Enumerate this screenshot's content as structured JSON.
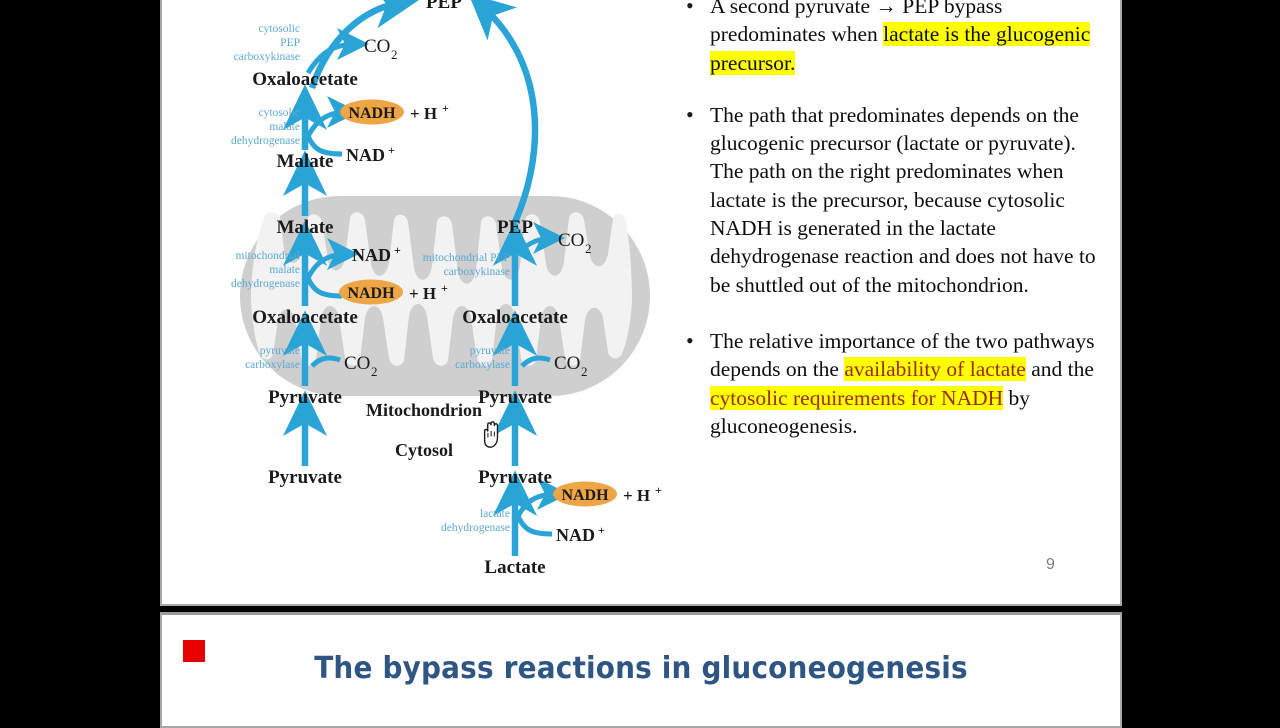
{
  "slide": {
    "title": "The bypass reactions in gluconeogenesis",
    "page_number": "9",
    "accent_color": "#2e5584",
    "marker_color": "#e60000",
    "highlight_color": "#ffff00",
    "highlight_text_color": "#9c2b0c"
  },
  "bullets": [
    {
      "marker": "•",
      "segments": [
        {
          "text": "A second pyruvate → PEP bypass predominates when ",
          "style": "plain"
        },
        {
          "text": "lactate is the glucogenic precursor.",
          "style": "highlight"
        }
      ]
    },
    {
      "marker": "•",
      "segments": [
        {
          "text": "The path that predominates depends on the glucogenic precursor (lactate or pyruvate). The path on the right predominates when lactate is the precursor, because cytosolic NADH is generated in the lactate dehydrogenase reaction and does not have to be shuttled out of the mitochondrion.",
          "style": "plain"
        }
      ]
    },
    {
      "marker": "•",
      "segments": [
        {
          "text": "The relative importance of the two pathways depends on the ",
          "style": "plain"
        },
        {
          "text": "availability of lactate",
          "style": "highlight-red"
        },
        {
          "text": " and the ",
          "style": "plain"
        },
        {
          "text": "cytosolic requirements for NADH",
          "style": "highlight-red"
        },
        {
          "text": " by gluconeogenesis.",
          "style": "plain"
        }
      ]
    }
  ],
  "diagram": {
    "arrow_color": "#2aa3d6",
    "enzyme_label_color": "#4fa8d8",
    "nadh_fill": "#eda545",
    "membrane_color": "#cfcfcf",
    "matrix_color": "#f2f2f2",
    "compartments": {
      "mitochondrion": "Mitochondrion",
      "cytosol": "Cytosol"
    },
    "metabolites": {
      "pep_top": "PEP",
      "oxaloacetate_cyto": "Oxaloacetate",
      "malate_cyto": "Malate",
      "malate_mito": "Malate",
      "oxaloacetate_mito_left": "Oxaloacetate",
      "pyruvate_mito_left": "Pyruvate",
      "pyruvate_cyto_left": "Pyruvate",
      "pep_mito": "PEP",
      "oxaloacetate_mito_right": "Oxaloacetate",
      "pyruvate_mito_right": "Pyruvate",
      "pyruvate_cyto_right": "Pyruvate",
      "lactate": "Lactate"
    },
    "cofactors": {
      "co2_a": "CO",
      "co2_sub": "2",
      "nadh": "NADH",
      "nad_plus": "NAD",
      "h_plus": "+ H",
      "plus_sign": "+"
    },
    "enzymes": {
      "cytosolic_pep_carboxykinase": [
        "cytosolic",
        "PEP",
        "carboxykinase"
      ],
      "cytosolic_malate_dehydrogenase": [
        "cytosolic",
        "malate",
        "dehydrogenase"
      ],
      "mitochondrial_malate_dehydrogenase": [
        "mitochondrial",
        "malate",
        "dehydrogenase"
      ],
      "mitochondrial_pep_carboxykinase": [
        "mitochondrial PEP",
        "carboxykinase"
      ],
      "pyruvate_carboxylase_left": [
        "pyruvate",
        "carboxylase"
      ],
      "pyruvate_carboxylase_right": [
        "pyruvate",
        "carboxylase"
      ],
      "lactate_dehydrogenase": [
        "lactate",
        "dehydrogenase"
      ]
    }
  }
}
